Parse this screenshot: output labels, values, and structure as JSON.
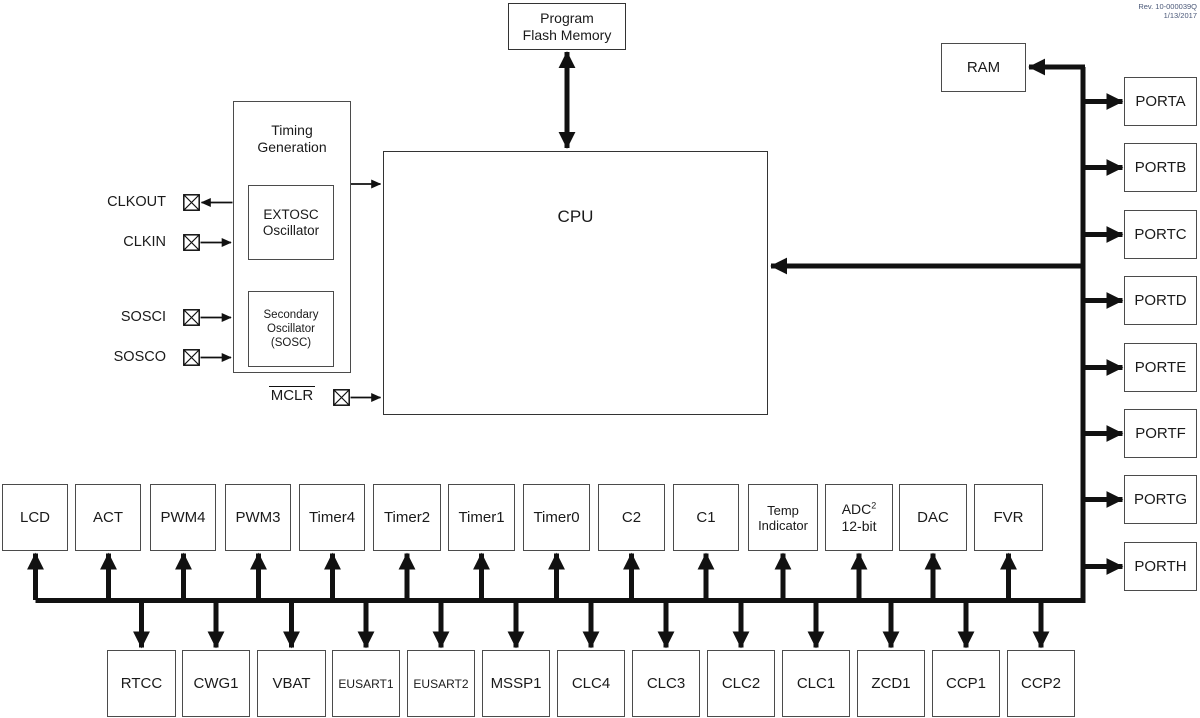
{
  "rev": {
    "line1": "Rev. 10-000039Q",
    "line2": "1/13/2017"
  },
  "blocks": {
    "program_flash": {
      "line1": "Program",
      "line2": "Flash Memory"
    },
    "ram": "RAM",
    "cpu": "CPU",
    "timing": {
      "line1": "Timing",
      "line2": "Generation"
    },
    "extosc": {
      "line1": "EXTOSC",
      "line2": "Oscillator"
    },
    "sosc": {
      "line1": "Secondary",
      "line2": "Oscillator",
      "line3": "(SOSC)"
    }
  },
  "pins": {
    "clkout": "CLKOUT",
    "clkin": "CLKIN",
    "sosci": "SOSCI",
    "sosco": "SOSCO",
    "mclr": "MCLR"
  },
  "ports": [
    "PORTA",
    "PORTB",
    "PORTC",
    "PORTD",
    "PORTE",
    "PORTF",
    "PORTG",
    "PORTH"
  ],
  "middle_row": [
    {
      "l1": "LCD"
    },
    {
      "l1": "ACT"
    },
    {
      "l1": "PWM4"
    },
    {
      "l1": "PWM3"
    },
    {
      "l1": "Timer4"
    },
    {
      "l1": "Timer2"
    },
    {
      "l1": "Timer1"
    },
    {
      "l1": "Timer0"
    },
    {
      "l1": "C2"
    },
    {
      "l1": "C1"
    },
    {
      "l1": "Temp",
      "l2": "Indicator"
    },
    {
      "l1": "ADC",
      "sup": "2",
      "l2": "12-bit"
    },
    {
      "l1": "DAC"
    },
    {
      "l1": "FVR"
    }
  ],
  "bottom_row": [
    "RTCC",
    "CWG1",
    "VBAT",
    "EUSART1",
    "EUSART2",
    "MSSP1",
    "CLC4",
    "CLC3",
    "CLC2",
    "CLC1",
    "ZCD1",
    "CCP1",
    "CCP2"
  ],
  "colors": {
    "box_border": "#4b4b4b",
    "arrow": "#111111",
    "text": "#1a1a1a",
    "rev_text": "#4a5878"
  }
}
